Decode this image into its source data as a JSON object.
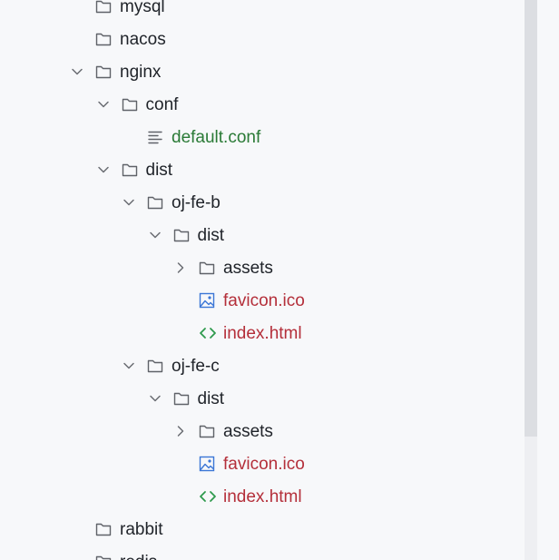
{
  "tree": {
    "rows": [
      {
        "label": "mysql",
        "type": "folder",
        "depth": 0,
        "expandable": false,
        "expanded": false,
        "status": "normal"
      },
      {
        "label": "nacos",
        "type": "folder",
        "depth": 0,
        "expandable": false,
        "expanded": false,
        "status": "normal"
      },
      {
        "label": "nginx",
        "type": "folder",
        "depth": 0,
        "expandable": true,
        "expanded": true,
        "status": "normal"
      },
      {
        "label": "conf",
        "type": "folder",
        "depth": 1,
        "expandable": true,
        "expanded": true,
        "status": "normal"
      },
      {
        "label": "default.conf",
        "type": "text-file",
        "depth": 2,
        "expandable": false,
        "expanded": false,
        "status": "conf"
      },
      {
        "label": "dist",
        "type": "folder",
        "depth": 1,
        "expandable": true,
        "expanded": true,
        "status": "normal"
      },
      {
        "label": "oj-fe-b",
        "type": "folder",
        "depth": 2,
        "expandable": true,
        "expanded": true,
        "status": "normal"
      },
      {
        "label": "dist",
        "type": "folder",
        "depth": 3,
        "expandable": true,
        "expanded": true,
        "status": "normal"
      },
      {
        "label": "assets",
        "type": "folder",
        "depth": 4,
        "expandable": true,
        "expanded": false,
        "status": "normal"
      },
      {
        "label": "favicon.ico",
        "type": "image-file",
        "depth": 4,
        "expandable": false,
        "expanded": false,
        "status": "modified"
      },
      {
        "label": "index.html",
        "type": "html-file",
        "depth": 4,
        "expandable": false,
        "expanded": false,
        "status": "modified"
      },
      {
        "label": "oj-fe-c",
        "type": "folder",
        "depth": 2,
        "expandable": true,
        "expanded": true,
        "status": "normal"
      },
      {
        "label": "dist",
        "type": "folder",
        "depth": 3,
        "expandable": true,
        "expanded": true,
        "status": "normal"
      },
      {
        "label": "assets",
        "type": "folder",
        "depth": 4,
        "expandable": true,
        "expanded": false,
        "status": "normal"
      },
      {
        "label": "favicon.ico",
        "type": "image-file",
        "depth": 4,
        "expandable": false,
        "expanded": false,
        "status": "modified"
      },
      {
        "label": "index.html",
        "type": "html-file",
        "depth": 4,
        "expandable": false,
        "expanded": false,
        "status": "modified"
      },
      {
        "label": "rabbit",
        "type": "folder",
        "depth": 0,
        "expandable": false,
        "expanded": false,
        "status": "normal"
      },
      {
        "label": "redis",
        "type": "folder",
        "depth": 0,
        "expandable": false,
        "expanded": false,
        "status": "normal"
      }
    ]
  },
  "colors": {
    "background": "#f7f8fa",
    "text": "#1f2329",
    "modified": "#b42f3a",
    "conf": "#2a7a36",
    "folder_stroke": "#5f6268",
    "image_icon": "#3b76d6",
    "html_icon": "#2e9a4d"
  },
  "icons": {
    "folder": "folder-icon",
    "text-file": "text-file-icon",
    "image-file": "image-file-icon",
    "html-file": "html-file-icon",
    "chevron_expanded": "chevron-down-icon",
    "chevron_collapsed": "chevron-right-icon"
  },
  "scrollbar": {
    "position_fraction": 0.0,
    "visible_fraction": 0.78
  }
}
